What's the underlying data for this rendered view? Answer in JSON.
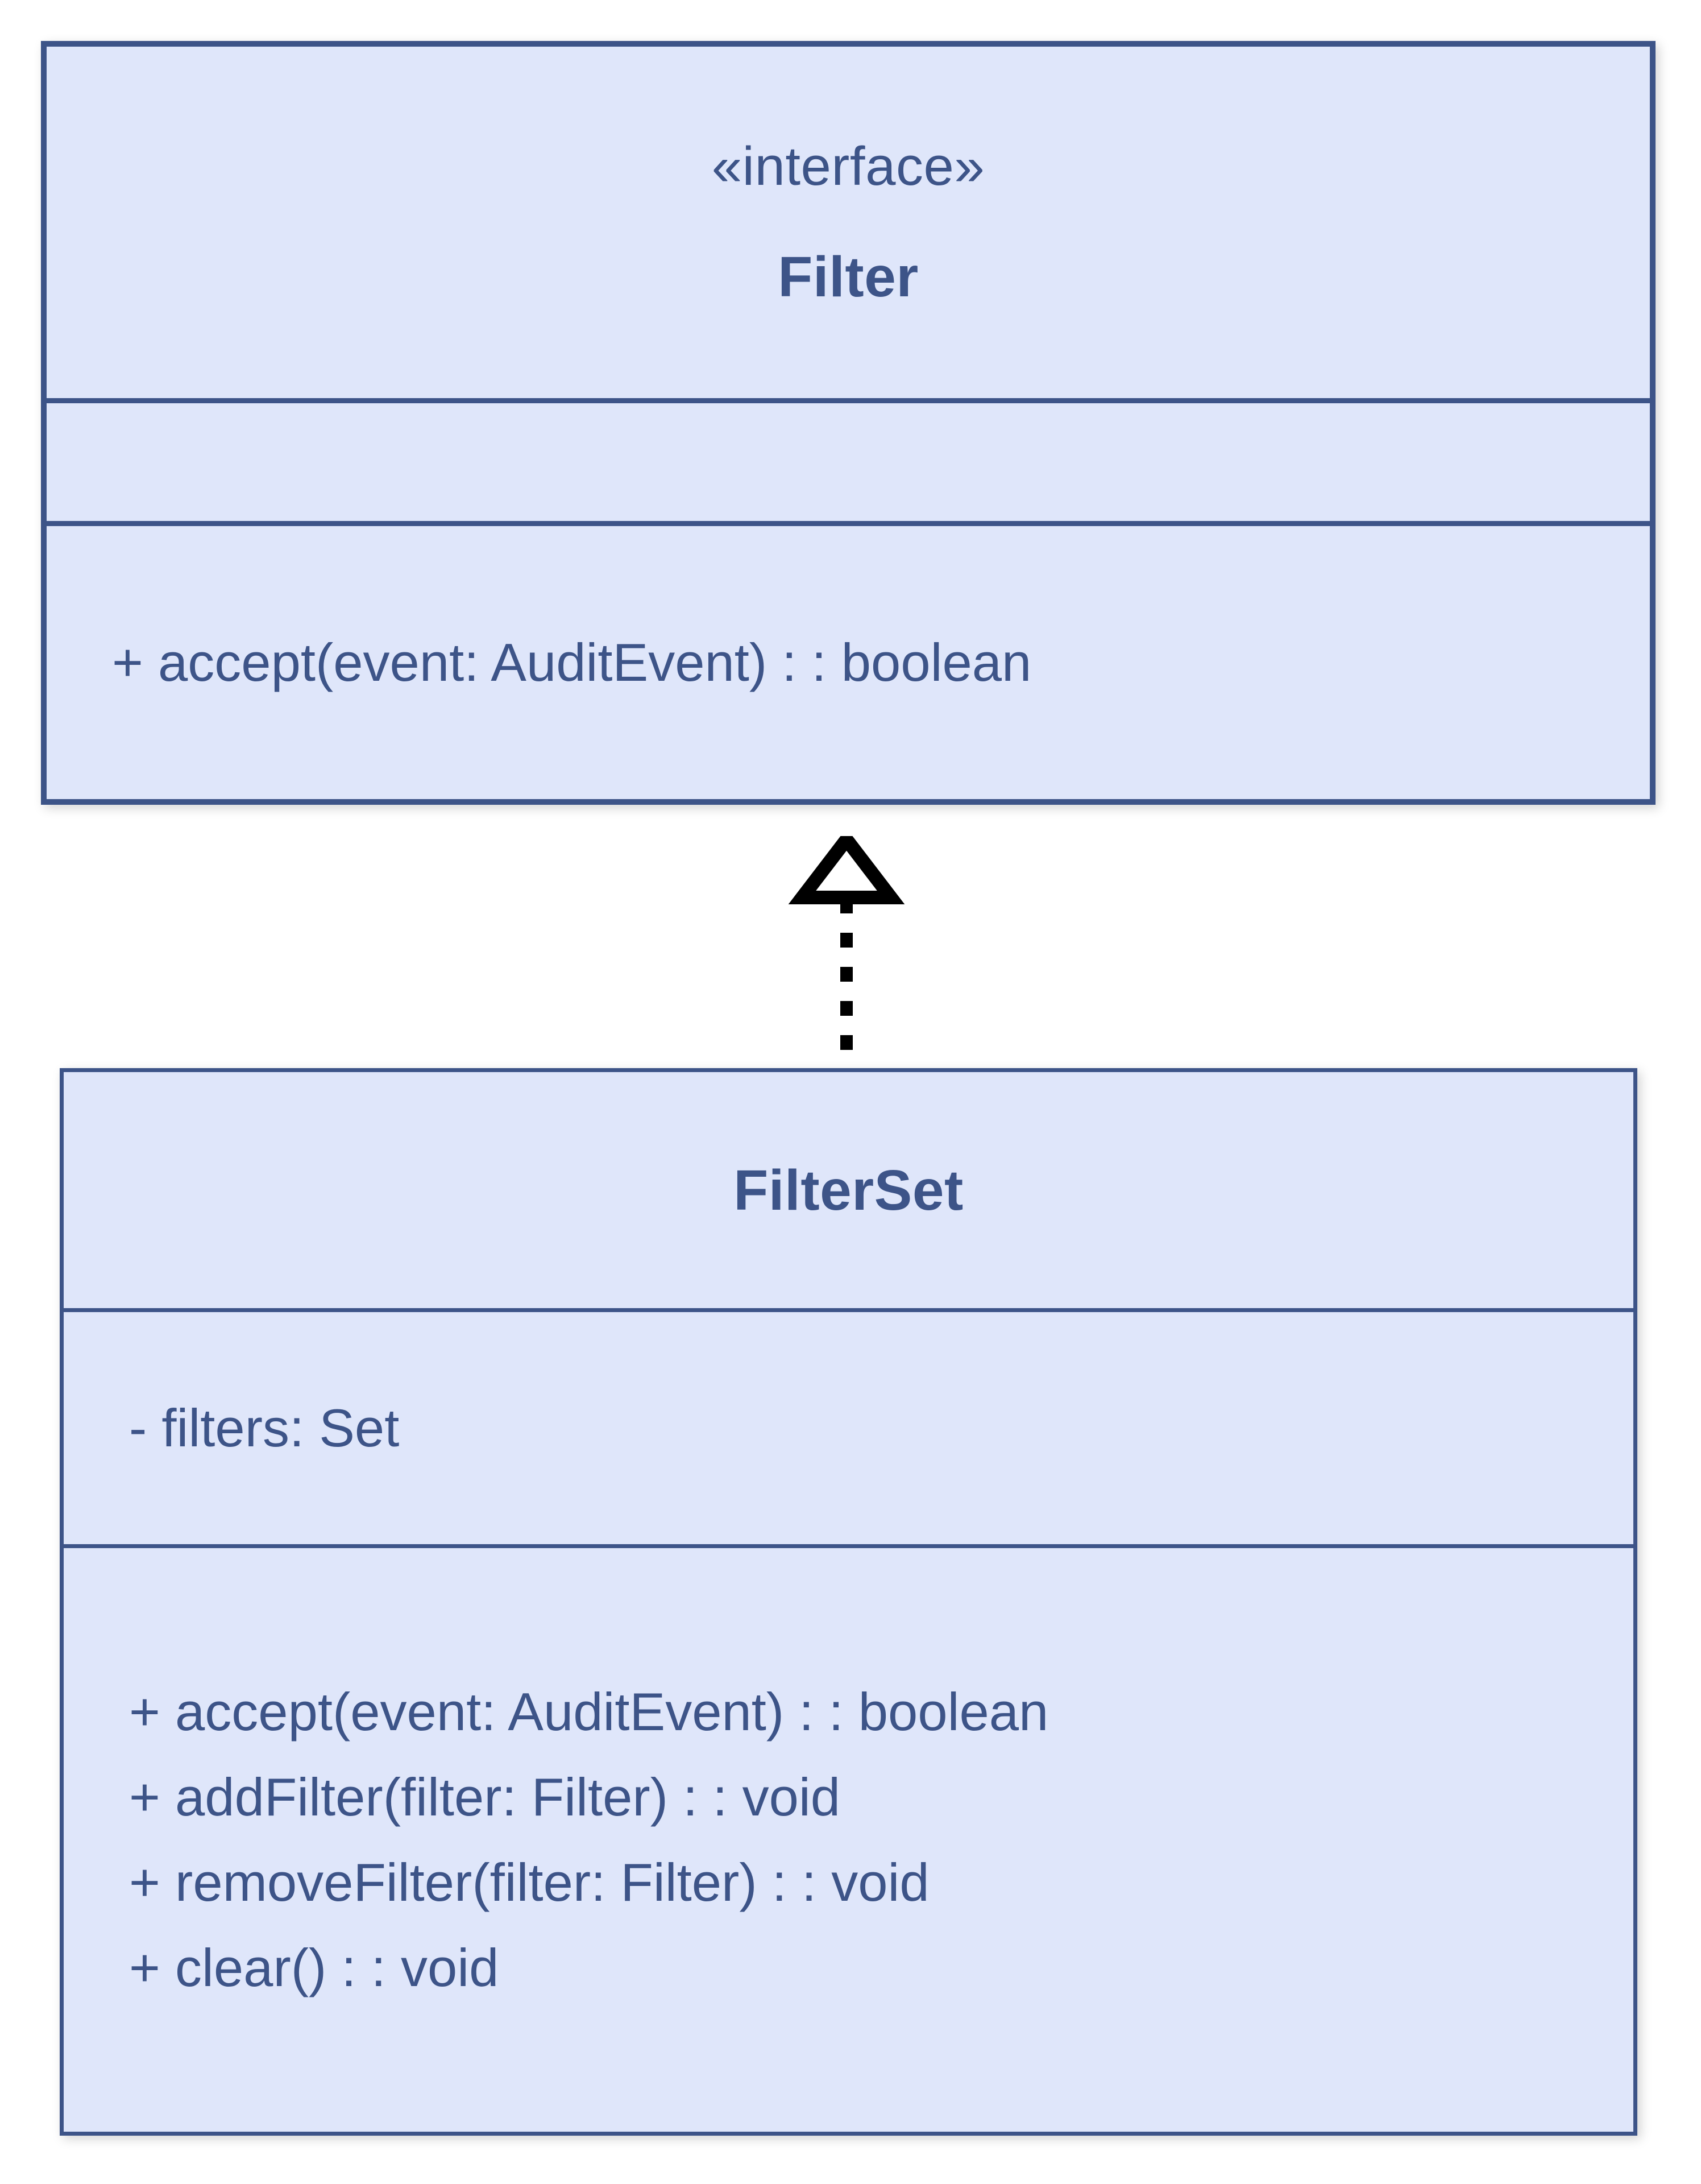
{
  "diagram": {
    "kind": "uml-class-diagram",
    "background_color": "#ffffff",
    "box_fill_color": "#dfe6fa",
    "box_border_color": "#3d5488",
    "text_color": "#3d5488",
    "connector_color": "#000000"
  },
  "classes": [
    {
      "id": "filter",
      "stereotype": "«interface»",
      "name": "Filter",
      "attributes": [],
      "operations": [
        "+ accept(event: AuditEvent) : : boolean"
      ]
    },
    {
      "id": "filterset",
      "stereotype": "",
      "name": "FilterSet",
      "attributes": [
        "- filters: Set"
      ],
      "operations": [
        "+ accept(event: AuditEvent) : : boolean",
        "+ addFilter(filter: Filter) : : void",
        "+ removeFilter(filter: Filter) : : void",
        "+ clear() : : void"
      ]
    }
  ],
  "relationships": [
    {
      "id": "filterset-realizes-filter",
      "type": "realization",
      "source": "FilterSet",
      "target": "Filter",
      "line_style": "dotted",
      "arrowhead": "hollow-triangle",
      "label": ""
    }
  ]
}
